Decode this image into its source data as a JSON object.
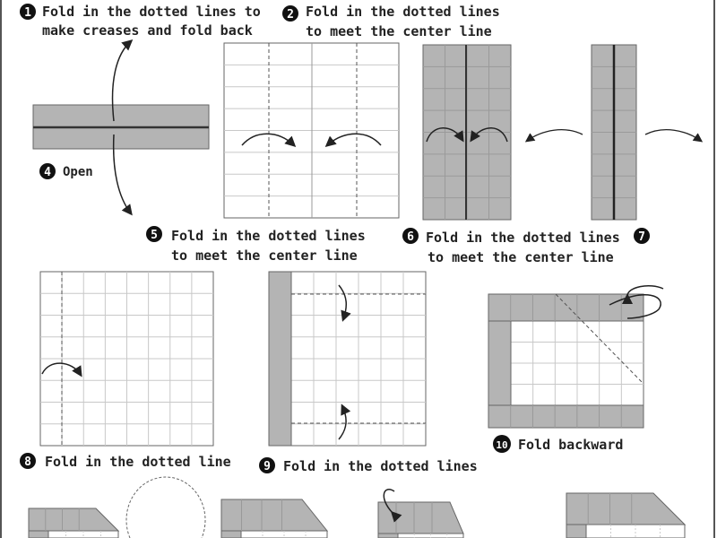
{
  "steps": [
    {
      "num": "1",
      "lines": [
        "Fold in the dotted lines to",
        "make creases and fold back"
      ]
    },
    {
      "num": "2",
      "lines": [
        "Fold in the dotted lines",
        "to meet the center line"
      ]
    },
    {
      "num": "4",
      "lines": [
        "Open"
      ]
    },
    {
      "num": "5",
      "lines": [
        "Fold in the dotted lines",
        "to meet the center line"
      ]
    },
    {
      "num": "6",
      "lines": [
        "Fold in the dotted lines",
        "to meet the center line"
      ]
    },
    {
      "num": "7",
      "lines": []
    },
    {
      "num": "8",
      "lines": [
        "Fold in the dotted line"
      ]
    },
    {
      "num": "9",
      "lines": [
        "Fold in the dotted lines"
      ]
    },
    {
      "num": "10",
      "lines": [
        "Fold backward"
      ]
    }
  ],
  "colors": {
    "paper": "#b4b4b4",
    "grid": "#c8c8c8",
    "line": "#333333"
  }
}
